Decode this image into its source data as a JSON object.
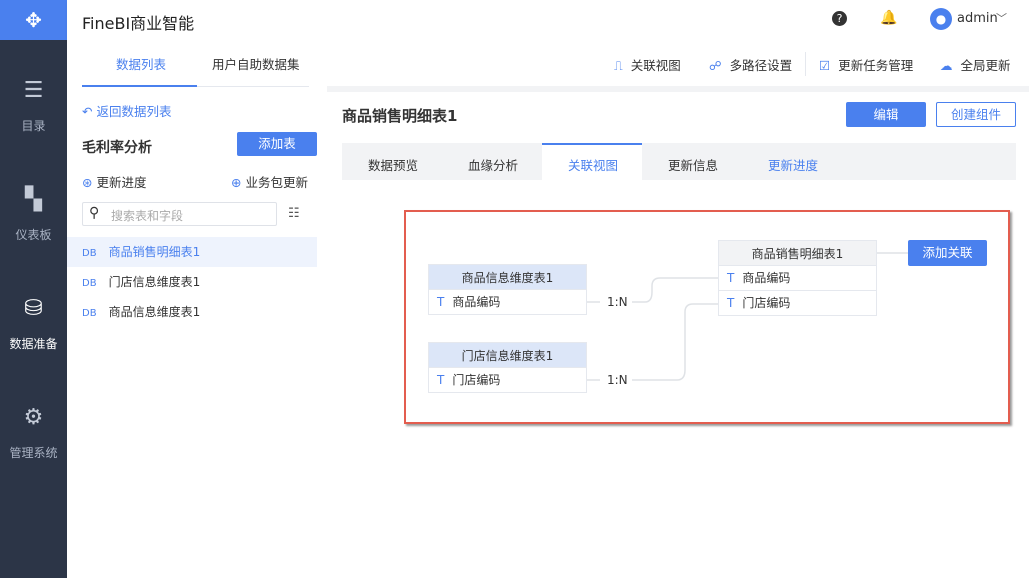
{
  "app": {
    "title": "FineBI商业智能",
    "user": "admin"
  },
  "sidebar": {
    "items": [
      {
        "label": "目录"
      },
      {
        "label": "仪表板"
      },
      {
        "label": "数据准备"
      },
      {
        "label": "管理系统"
      }
    ]
  },
  "left": {
    "tabs": [
      "数据列表",
      "用户自助数据集"
    ],
    "back": "返回数据列表",
    "package": "毛利率分析",
    "add_table": "添加表",
    "update_progress": "更新进度",
    "package_update": "业务包更新",
    "search_placeholder": "搜索表和字段",
    "tables": [
      {
        "type": "DB",
        "name": "商品销售明细表1"
      },
      {
        "type": "DB",
        "name": "门店信息维度表1"
      },
      {
        "type": "DB",
        "name": "商品信息维度表1"
      }
    ]
  },
  "toolbar": {
    "items": [
      "关联视图",
      "多路径设置",
      "更新任务管理",
      "全局更新"
    ]
  },
  "main": {
    "title": "商品销售明细表1",
    "edit": "编辑",
    "create": "创建组件",
    "tabs": [
      "数据预览",
      "血缘分析",
      "关联视图",
      "更新信息",
      "更新进度"
    ]
  },
  "diagram": {
    "add_relation": "添加关联",
    "left_tables": [
      {
        "name": "商品信息维度表1",
        "field": "商品编码",
        "relation": "1:N"
      },
      {
        "name": "门店信息维度表1",
        "field": "门店编码",
        "relation": "1:N"
      }
    ],
    "main_table": {
      "name": "商品销售明细表1",
      "fields": [
        "商品编码",
        "门店编码"
      ]
    },
    "field_type": "T"
  }
}
